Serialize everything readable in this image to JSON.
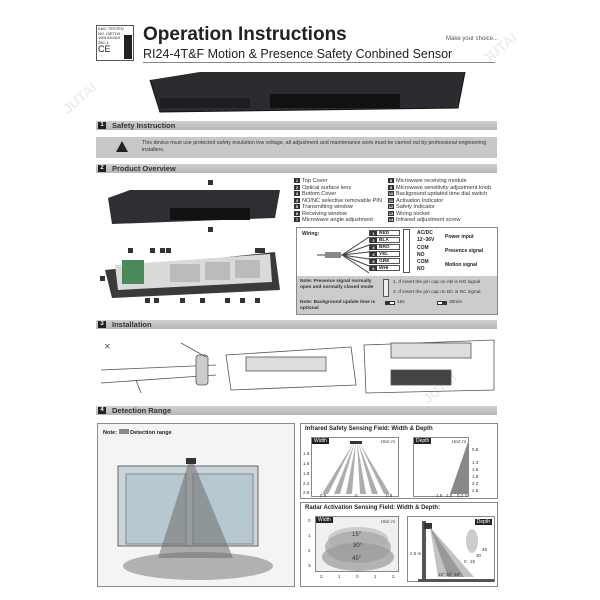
{
  "header": {
    "badge_lines": [
      "EMC TESTED",
      "NO. ISETD0",
      "1901420419",
      "28C-1"
    ],
    "badge_mark": "CE",
    "title": "Operation Instructions",
    "tagline": "Make your choice...",
    "subtitle": "RI24-4T&F Motion & Presence Safety Conbined Sensor"
  },
  "watermark": "JUTAI",
  "sections": [
    {
      "num": "1",
      "title": "Safety Instruction"
    },
    {
      "num": "2",
      "title": "Product Overview"
    },
    {
      "num": "3",
      "title": "Installation"
    },
    {
      "num": "4",
      "title": "Detection Range"
    }
  ],
  "safety": {
    "text": "This device must use protected safety insulation low voltage, all adjustment and maintenance work must be carried out by professional engineering installers."
  },
  "parts": [
    {
      "n": "1",
      "label": "Top Cover"
    },
    {
      "n": "2",
      "label": "Optical surface lens"
    },
    {
      "n": "3",
      "label": "Bottom Cover"
    },
    {
      "n": "4",
      "label": "NO/NC selective removable PIN"
    },
    {
      "n": "5",
      "label": "Transmitting window"
    },
    {
      "n": "6",
      "label": "Receiving window"
    },
    {
      "n": "7",
      "label": "Microwave angle adjustment"
    },
    {
      "n": "8",
      "label": "Microwave receiving module"
    },
    {
      "n": "9",
      "label": "Microwave sensitivity adjustment knob"
    },
    {
      "n": "10",
      "label": "Background updated time dial switch"
    },
    {
      "n": "11",
      "label": "Activation Indicator"
    },
    {
      "n": "12",
      "label": "Safety Indicator"
    },
    {
      "n": "13",
      "label": "Wiring socket"
    },
    {
      "n": "14",
      "label": "Infrared adjustment screw"
    }
  ],
  "wiring": {
    "label": "Wiring:",
    "wires": [
      {
        "n": "1",
        "color": "RED"
      },
      {
        "n": "2",
        "color": "BLA"
      },
      {
        "n": "3",
        "color": "BRO"
      },
      {
        "n": "4",
        "color": "YEL"
      },
      {
        "n": "5",
        "color": "GRE"
      },
      {
        "n": "6",
        "color": "WHI"
      }
    ],
    "terminals": [
      "AC/DC",
      "12~36V",
      "COM",
      "NO",
      "COM",
      "NO"
    ],
    "groups": [
      "Power input",
      "Presence signal",
      "Motion signal"
    ],
    "note1": "Note: Presence signal normally open and normally closed mode",
    "pin1": "1. If insert the pin cap on AB is NO signal.",
    "pin2": "2. If insert the pin cap on BC is NC signal.",
    "note2": "Note: Background update time is optional",
    "opt1": "15s",
    "opt2": "30min"
  },
  "detection": {
    "note": "Note:",
    "note_label": "Detection range",
    "ir": {
      "title": "Infrared Safety Sensing Field: Width & Depth",
      "width_tag": "Width",
      "depth_tag": "Depth",
      "unit": "Unit: m",
      "y_ticks": [
        "1.5",
        "1.6",
        "1.8",
        "2.2",
        "2.5"
      ],
      "x_ticks": [
        "0.8",
        "0",
        "0.8"
      ],
      "depth_right": [
        "0.8",
        "1.3",
        "1.6",
        "1.9",
        "2.2",
        "2.5"
      ],
      "depth_x": [
        "1.5",
        "1.0",
        "0.2",
        "0"
      ]
    },
    "radar": {
      "title": "Radar Activation Sensing Field: Width & Depth:",
      "width_tag": "Width",
      "depth_tag": "Depth",
      "unit": "Unit: m",
      "angles": [
        "15°",
        "30°",
        "45°"
      ],
      "y_ticks": [
        "0",
        "1",
        "2",
        "3"
      ],
      "x_ticks": [
        "2",
        "1",
        "0",
        "1",
        "2"
      ],
      "height": "2.5 m",
      "angle_row": "15° 30° 45°",
      "side_angles": [
        "45",
        "30",
        "0",
        "15"
      ]
    }
  }
}
